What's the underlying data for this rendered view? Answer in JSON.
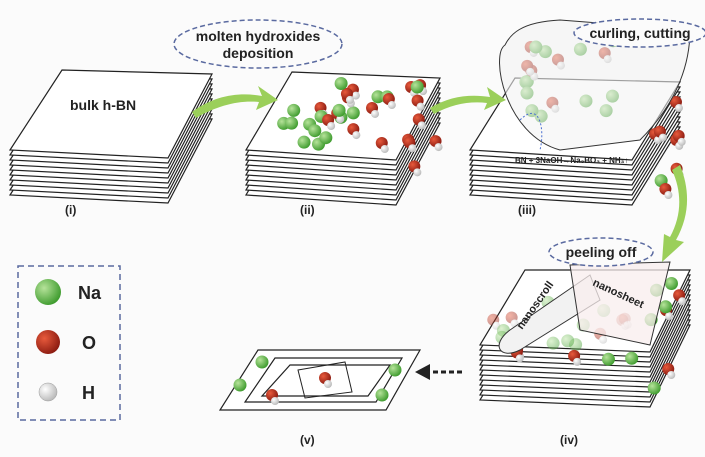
{
  "stage_labels": {
    "i": "(i)",
    "ii": "(ii)",
    "iii": "(iii)",
    "iv": "(iv)",
    "v": "(v)"
  },
  "bulk_label": "bulk h-BN",
  "bubbles": {
    "deposition": [
      "molten hydroxides",
      "deposition"
    ],
    "curling": "curling, cutting",
    "peeling": "peeling off"
  },
  "reaction": "BN + 3NaOH→Na₃BO₃ + NH₃↑",
  "products": {
    "nanoscroll": "nanoscroll",
    "nanosheet": "nanosheet"
  },
  "legend": [
    {
      "symbol": "Na",
      "color": "#4fae3c"
    },
    {
      "symbol": "O",
      "color": "#b4261a"
    },
    {
      "symbol": "H",
      "color": "#e8e8e8"
    }
  ],
  "colors": {
    "arrow": "#9bcf5a",
    "line": "#222222",
    "legend_border": "#5a6aa0"
  }
}
